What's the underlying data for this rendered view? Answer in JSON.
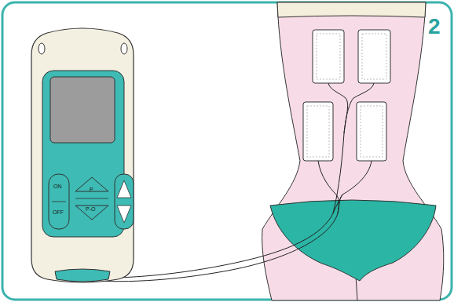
{
  "diagram": {
    "labels": [
      "2",
      "ON",
      "OFF",
      "P",
      "P-O"
    ]
  }
}
